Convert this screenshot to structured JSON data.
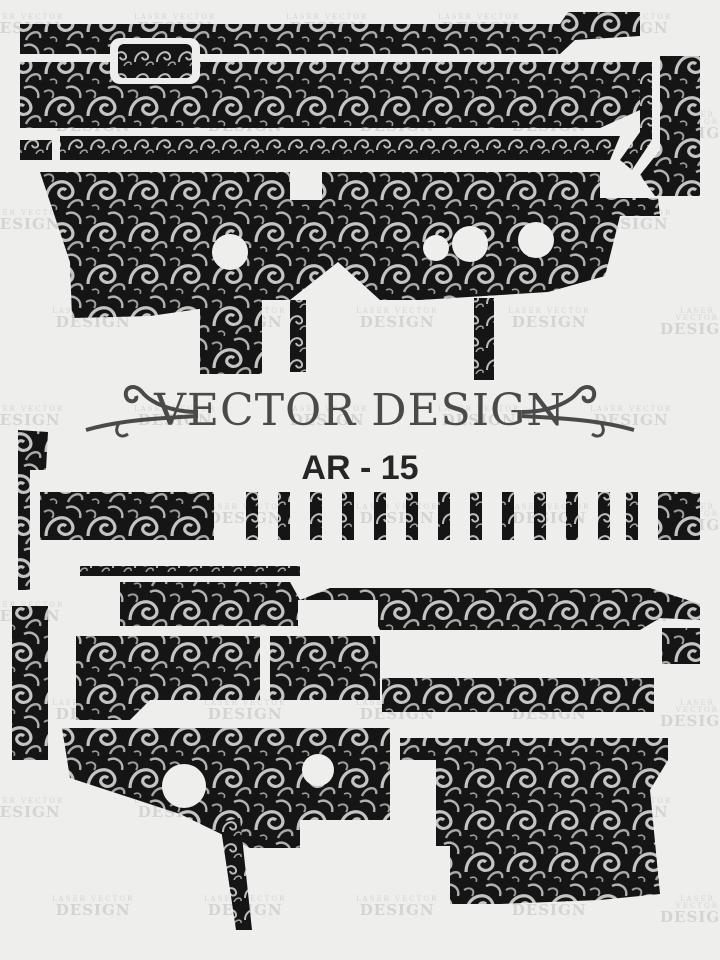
{
  "title": "VECTOR DESIGN",
  "subtitle": "AR - 15",
  "watermark": {
    "top": "LASER VECTOR",
    "main": "DESIGN"
  },
  "colors": {
    "background": "#eeeeec",
    "engraving_dark": "#151515",
    "scroll_light": "#b8b8b8",
    "title": "#4a4a4a",
    "subtitle": "#262626"
  },
  "icons": [
    "scroll-flourish-left-icon",
    "scroll-flourish-right-icon"
  ]
}
